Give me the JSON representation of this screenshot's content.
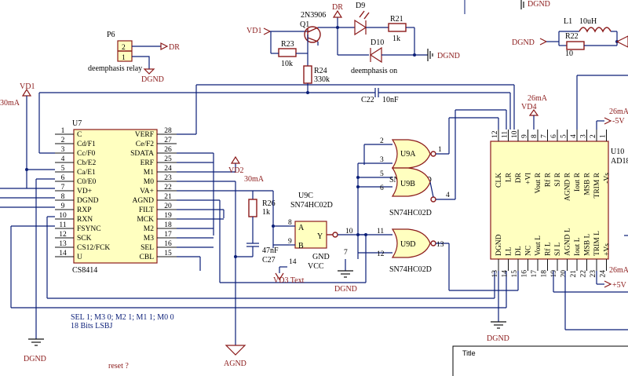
{
  "labels": {
    "p6_ref": "P6",
    "p6_pin2": "2",
    "p6_pin1": "1",
    "p6_name": "deemphasis relay",
    "dr": "DR",
    "dgnd": "DGND",
    "vd1": "VD1",
    "vd2": "VD2",
    "vd3": "VD3 Text",
    "vd4": "VD4",
    "vcc": "VCC",
    "agnd": "AGND",
    "q1_ref": "Q1",
    "q1_part": "2N3906",
    "r23_ref": "R23",
    "r23_val": "10k",
    "r24_ref": "R24",
    "r24_val": "330k",
    "r21_ref": "R21",
    "r21_val": "1k",
    "r22_ref": "R22",
    "r22_val": "10",
    "l1_ref": "L1",
    "l1_val": "10uH",
    "d9": "D9",
    "d10": "D10",
    "deemph_on": "deemphasis on",
    "c22": "C22",
    "c22_val": "10nF",
    "c27": "C27",
    "c27_val": "47nF",
    "r26_ref": "R26",
    "r26_val": "1k",
    "ma30_left": "30mA",
    "ma30_vd2": "30mA",
    "ma26_top": "26mA",
    "ma26_right": "26mA",
    "ma26_bottom": "26mA",
    "neg5v": "-5V",
    "pos5v": "+5V"
  },
  "u7": {
    "ref": "U7",
    "part": "CS8414",
    "left_pins": [
      {
        "num": "1",
        "name": "C"
      },
      {
        "num": "2",
        "name": "Cd/F1"
      },
      {
        "num": "3",
        "name": "Cc/F0"
      },
      {
        "num": "4",
        "name": "Cb/E2"
      },
      {
        "num": "5",
        "name": "Ca/E1"
      },
      {
        "num": "6",
        "name": "C0/E0"
      },
      {
        "num": "7",
        "name": "VD+"
      },
      {
        "num": "8",
        "name": "DGND"
      },
      {
        "num": "9",
        "name": "RXP"
      },
      {
        "num": "10",
        "name": "RXN"
      },
      {
        "num": "11",
        "name": "FSYNC"
      },
      {
        "num": "12",
        "name": "SCK"
      },
      {
        "num": "13",
        "name": "CS12/FCK"
      },
      {
        "num": "14",
        "name": "U"
      }
    ],
    "right_pins": [
      {
        "num": "28",
        "name": "VERF"
      },
      {
        "num": "27",
        "name": "Ce/F2"
      },
      {
        "num": "26",
        "name": "SDATA"
      },
      {
        "num": "25",
        "name": "ERF"
      },
      {
        "num": "24",
        "name": "M1"
      },
      {
        "num": "23",
        "name": "M0"
      },
      {
        "num": "22",
        "name": "VA+"
      },
      {
        "num": "21",
        "name": "AGND"
      },
      {
        "num": "20",
        "name": "FILT"
      },
      {
        "num": "19",
        "name": "MCK"
      },
      {
        "num": "18",
        "name": "M2"
      },
      {
        "num": "17",
        "name": "M3"
      },
      {
        "num": "16",
        "name": "SEL"
      },
      {
        "num": "15",
        "name": "CBL"
      }
    ]
  },
  "gates": {
    "u9a": {
      "ref": "U9A",
      "part": "SN74HC02D",
      "in1": "2",
      "in2": "3",
      "out": "1"
    },
    "u9b": {
      "ref": "U9B",
      "part": "SN74HC02D",
      "in1": "5",
      "in2": "6",
      "out": "4"
    },
    "u9d": {
      "ref": "U9D",
      "part": "SN74HC02D",
      "in1": "11",
      "in2": "12",
      "out": "13"
    },
    "u9c": {
      "ref": "U9C",
      "part": "SN74HC02D",
      "a": "A",
      "b": "B",
      "y": "Y",
      "gnd": "GND",
      "pin_a": "8",
      "pin_b": "9",
      "pin_y": "10",
      "pin_vcc": "14",
      "pin_gnd": "7"
    }
  },
  "u10": {
    "ref": "U10",
    "part": "AD18",
    "top_pins": [
      {
        "num": "12",
        "name": "CLK"
      },
      {
        "num": "11",
        "name": "LR"
      },
      {
        "num": "10",
        "name": "DR"
      },
      {
        "num": "9",
        "name": "+Vl"
      },
      {
        "num": "8",
        "name": "Vout R"
      },
      {
        "num": "7",
        "name": "Rf R"
      },
      {
        "num": "6",
        "name": "SJ R"
      },
      {
        "num": "5",
        "name": "AGND R"
      },
      {
        "num": "4",
        "name": "Iout R"
      },
      {
        "num": "3",
        "name": "MSB R"
      },
      {
        "num": "2",
        "name": "TRIM R"
      },
      {
        "num": "1",
        "name": "-Vs"
      }
    ],
    "bottom_pins": [
      {
        "num": "13",
        "name": "DGND"
      },
      {
        "num": "14",
        "name": "LL"
      },
      {
        "num": "15",
        "name": "DL"
      },
      {
        "num": "16",
        "name": "NC"
      },
      {
        "num": "17",
        "name": "Vout L"
      },
      {
        "num": "18",
        "name": "Rf L"
      },
      {
        "num": "19",
        "name": "SJ L"
      },
      {
        "num": "20",
        "name": "AGND L"
      },
      {
        "num": "21",
        "name": "Iout L"
      },
      {
        "num": "22",
        "name": "MSB L"
      },
      {
        "num": "23",
        "name": "TRIM L"
      },
      {
        "num": "24",
        "name": "+Vs"
      }
    ]
  },
  "notes": {
    "mode": "SEL 1; M3 0; M2 1; M1 1; M0 0",
    "format": "18 Bits LSBJ",
    "reset": "reset ?"
  },
  "title_block": {
    "title_label": "Title"
  }
}
